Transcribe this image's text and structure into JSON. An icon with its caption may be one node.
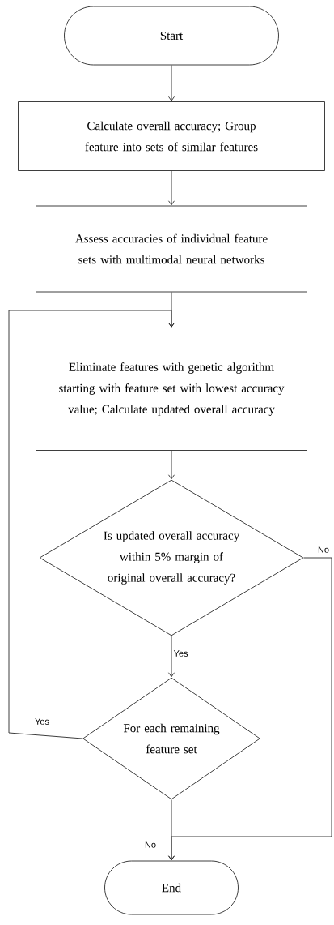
{
  "diagram": {
    "nodes": [
      {
        "text": [
          "Start"
        ]
      },
      {
        "text": [
          "Calculate overall accuracy; Group feature into sets of similar features"
        ]
      },
      {
        "text": [
          "Assess accuracies of individual feature sets with multimodal neural networks"
        ]
      },
      {
        "text": [
          "Eliminate features with genetic algorithm starting with feature set with lowest accuracy value; Calculate updated overall accuracy"
        ]
      },
      {
        "text": [
          "Is updated overall accuracy within 5% margin of original overall accuracy?"
        ]
      },
      {
        "text": [
          "For each remaining feature set"
        ]
      },
      {
        "text": [
          "End"
        ]
      }
    ],
    "edges": [
      {
        "from": 0,
        "to": 1,
        "arrow": "to"
      },
      {
        "from": 1,
        "to": 2,
        "arrow": "to"
      },
      {
        "from": 2,
        "to": 3,
        "arrow": "to"
      },
      {
        "from": 3,
        "to": 4,
        "arrow": "to"
      },
      {
        "from": 4,
        "to": 5,
        "arrow": "to",
        "label": "Yes"
      },
      {
        "from": 5,
        "to": 3,
        "arrow": "to",
        "label": "Yes"
      },
      {
        "from": 4,
        "to": 6,
        "arrow": "to",
        "label": "No"
      },
      {
        "from": 5,
        "to": 6,
        "arrow": "to",
        "label": "No"
      }
    ]
  }
}
